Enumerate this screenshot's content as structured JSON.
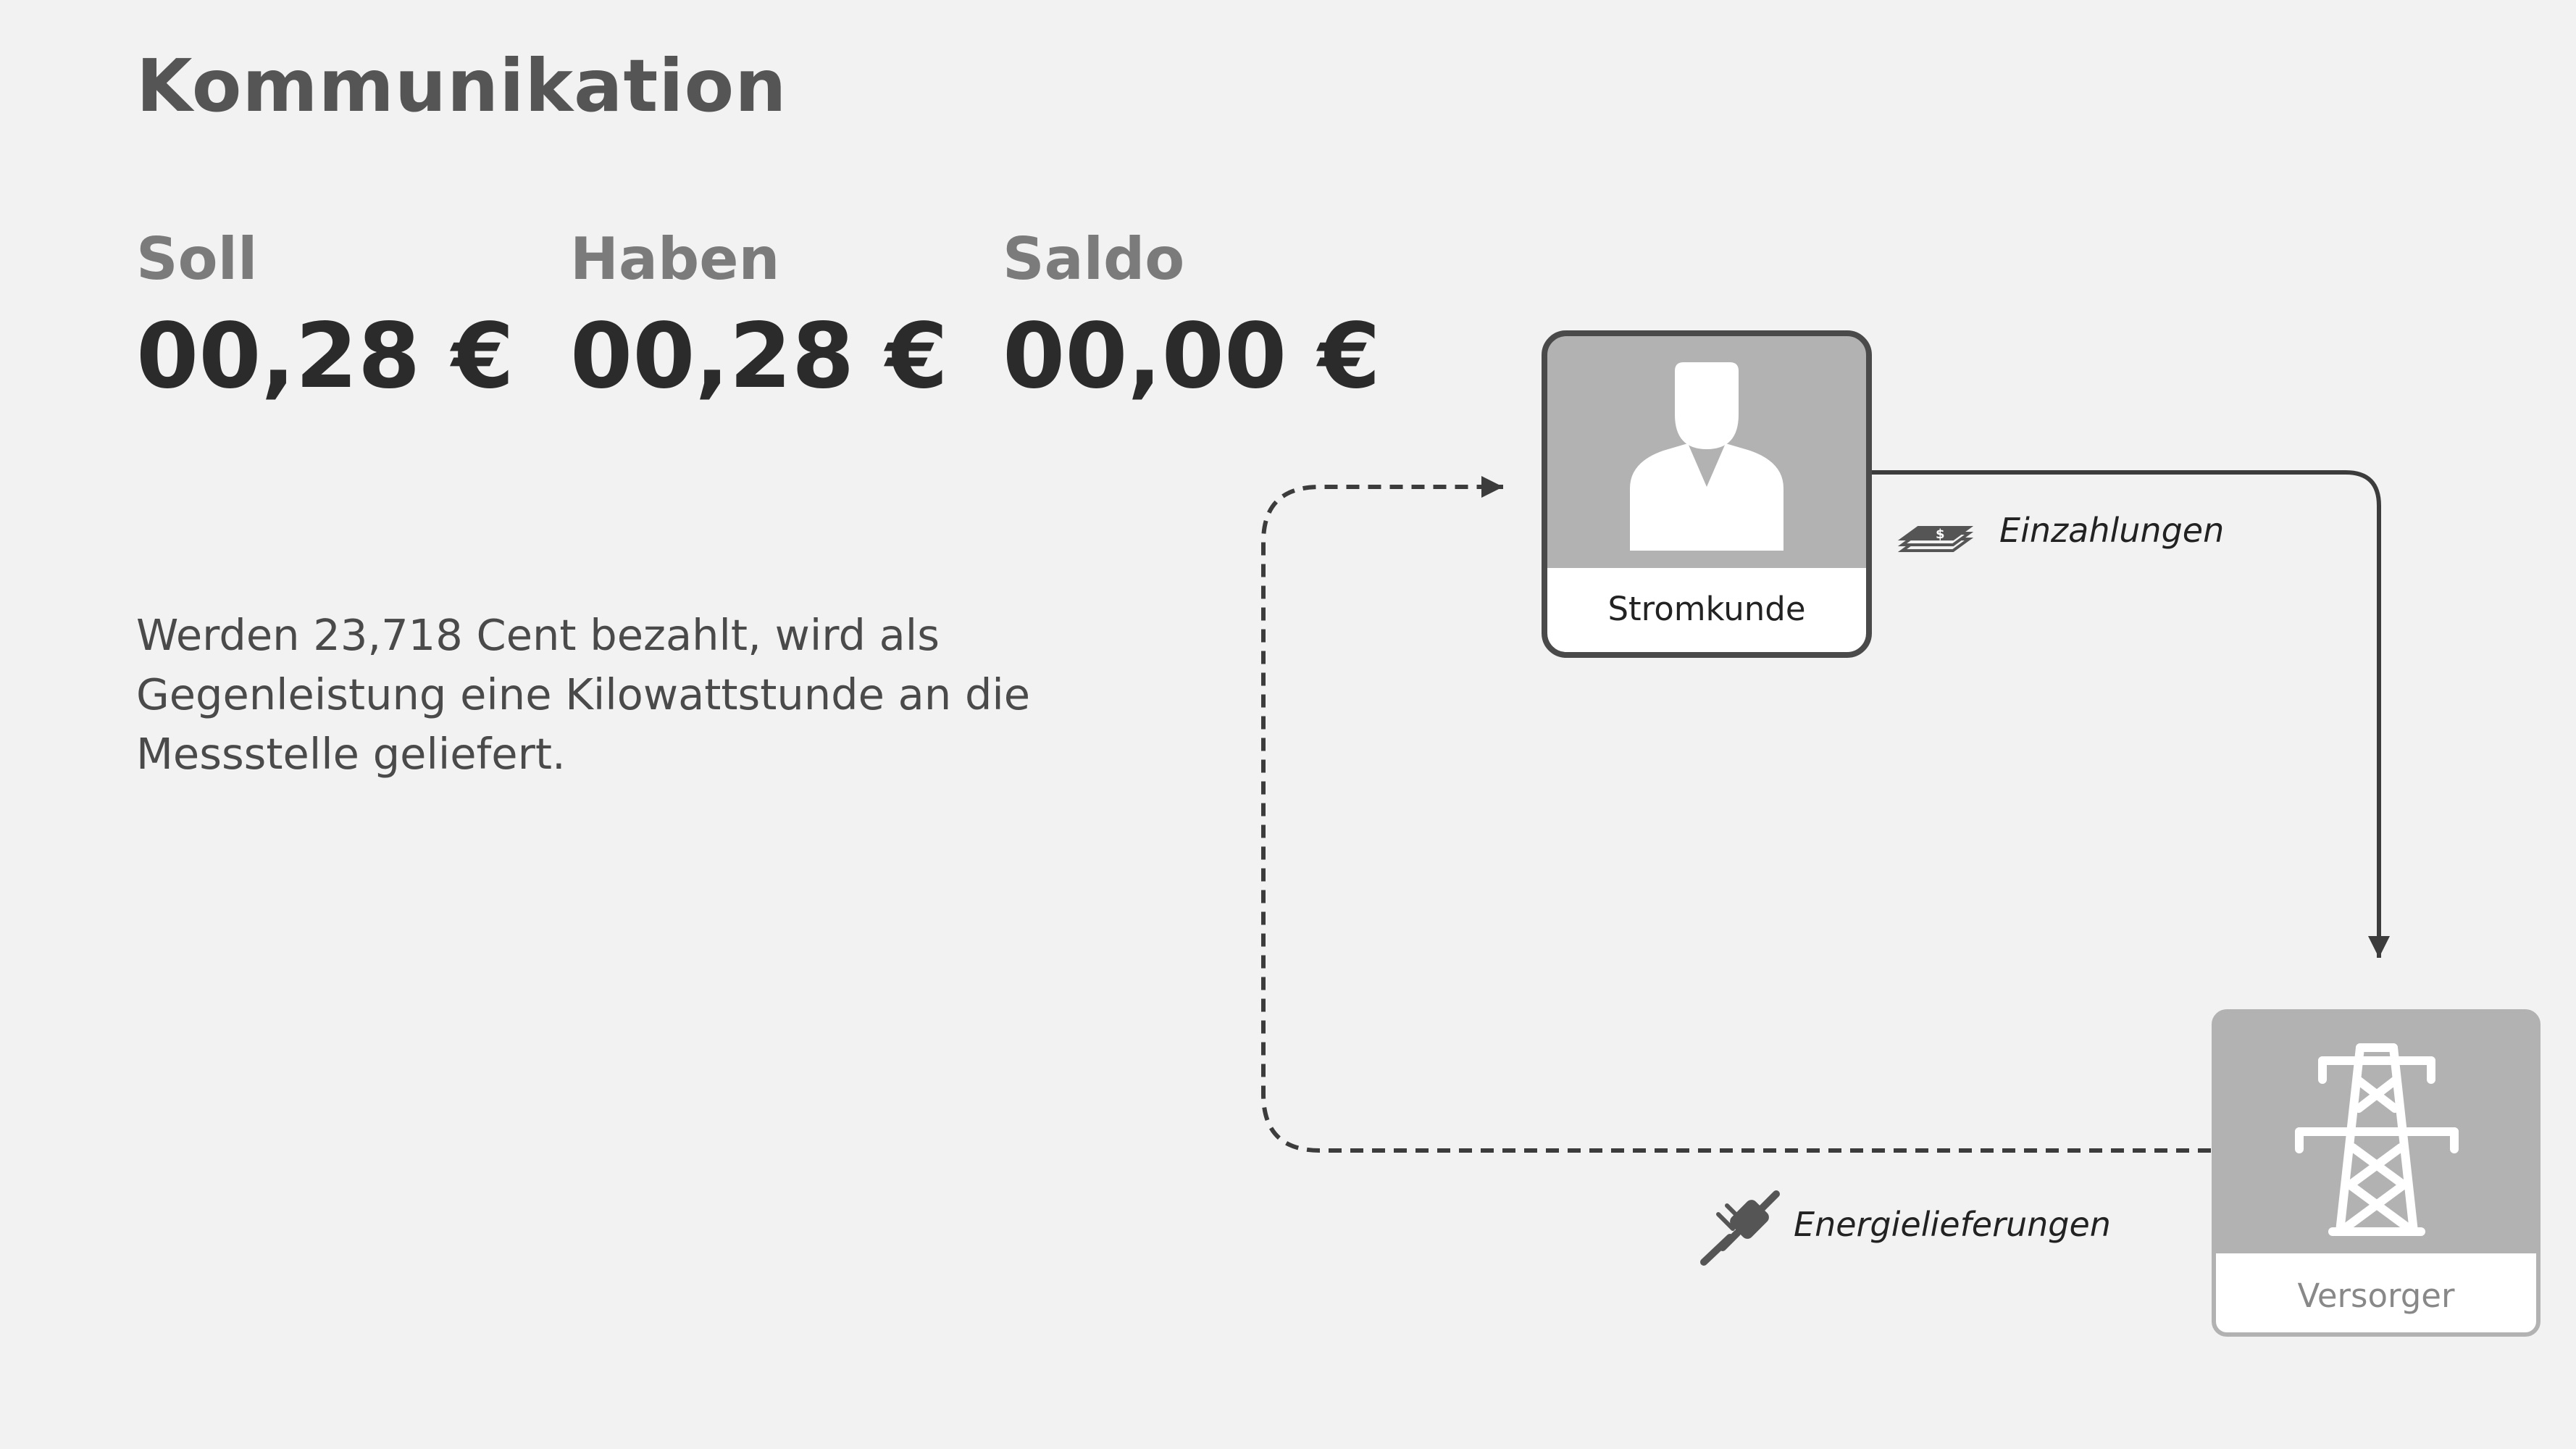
{
  "header": {
    "title": "Kommunikation"
  },
  "balances": [
    {
      "label": "Soll",
      "value": "00,28 €"
    },
    {
      "label": "Haben",
      "value": "00,28 €"
    },
    {
      "label": "Saldo",
      "value": "00,00 €"
    }
  ],
  "description": "Werden 23,718 Cent bezahlt, wird als Gegenleistung eine Kilowattstunde an die Messstelle geliefert.",
  "diagram": {
    "nodes": {
      "customer": {
        "label": "Stromkunde",
        "icon": "person-icon"
      },
      "supplier": {
        "label": "Versorger",
        "icon": "power-tower-icon"
      }
    },
    "flows": {
      "payments": {
        "label": "Einzahlungen",
        "icon": "money-stack-icon"
      },
      "energy": {
        "label": "Energielieferungen",
        "icon": "plug-icon"
      }
    }
  }
}
